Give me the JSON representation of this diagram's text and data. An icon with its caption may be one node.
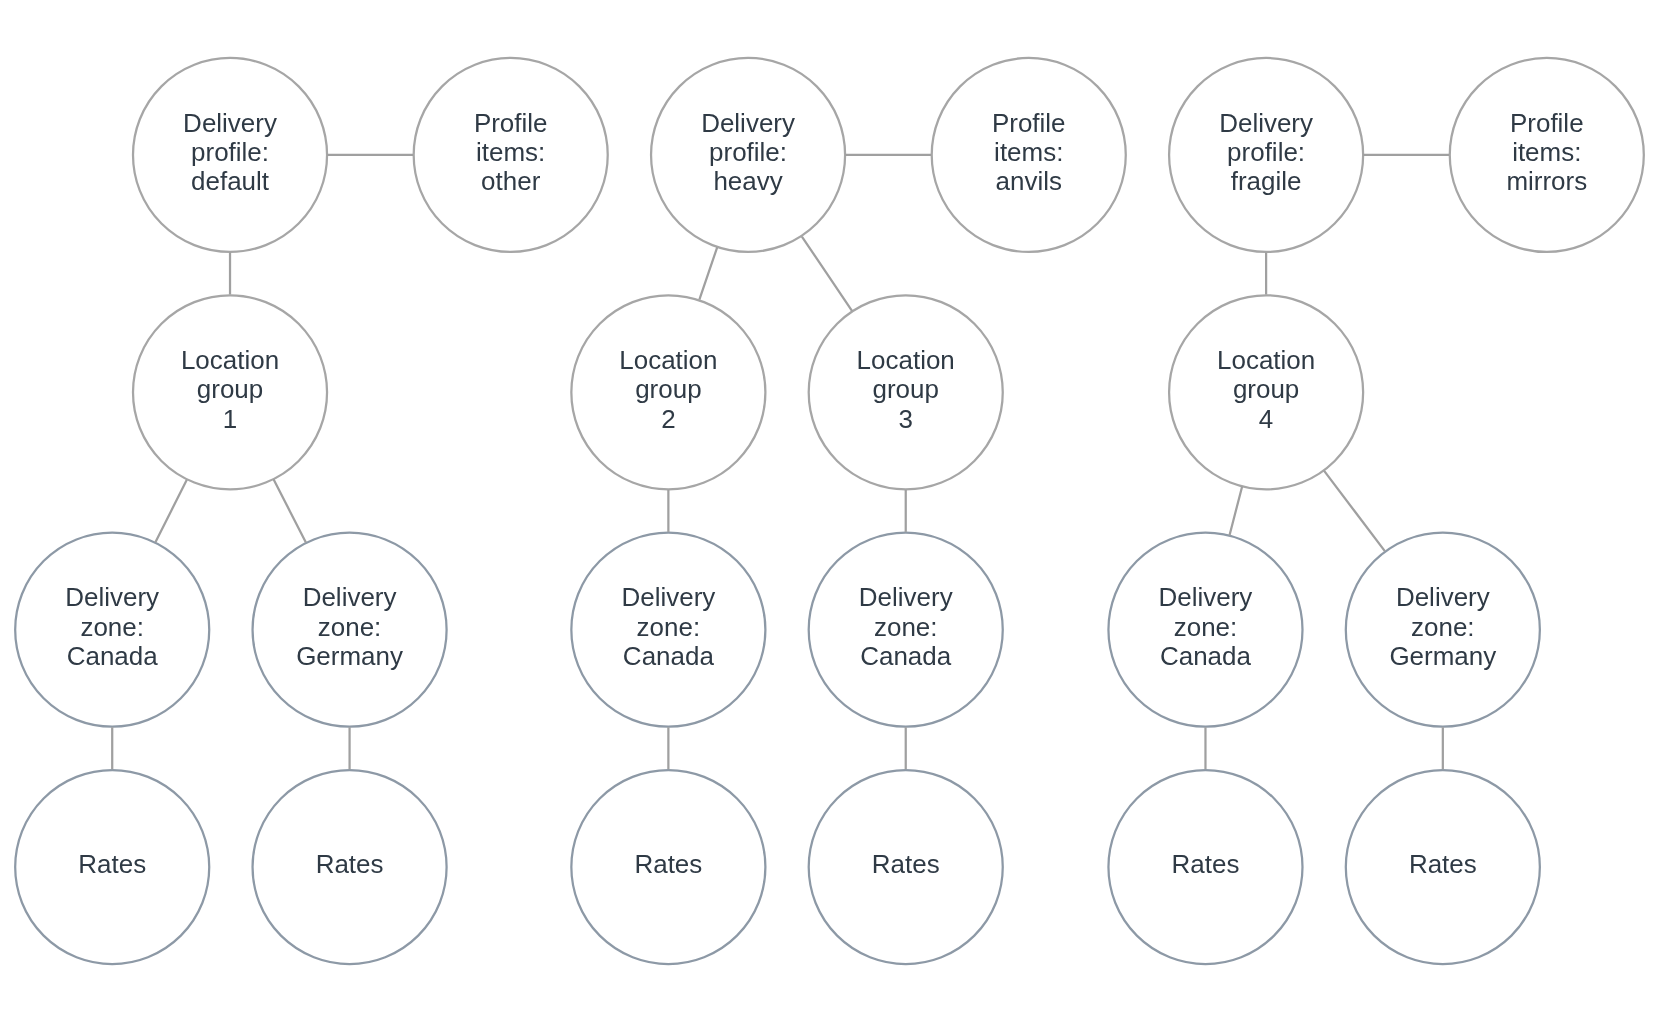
{
  "diagram": {
    "nodes": [
      {
        "text": [
          "Delivery profile: default"
        ]
      },
      {
        "text": [
          "Profile items: other"
        ]
      },
      {
        "text": [
          "Delivery profile: heavy"
        ]
      },
      {
        "text": [
          "Profile items: anvils"
        ]
      },
      {
        "text": [
          "Delivery profile: fragile"
        ]
      },
      {
        "text": [
          "Profile items: mirrors"
        ]
      },
      {
        "text": [
          "Location group 1"
        ]
      },
      {
        "text": [
          "Location group 2"
        ]
      },
      {
        "text": [
          "Location group 3"
        ]
      },
      {
        "text": [
          "Location group 4"
        ]
      },
      {
        "text": [
          "Delivery zone: Canada"
        ]
      },
      {
        "text": [
          "Delivery zone: Germany"
        ]
      },
      {
        "text": [
          "Delivery zone: Canada"
        ]
      },
      {
        "text": [
          "Delivery zone: Canada"
        ]
      },
      {
        "text": [
          "Delivery zone: Canada"
        ]
      },
      {
        "text": [
          "Delivery zone: Germany"
        ]
      },
      {
        "text": [
          "Rates"
        ]
      },
      {
        "text": [
          "Rates"
        ]
      },
      {
        "text": [
          "Rates"
        ]
      },
      {
        "text": [
          "Rates"
        ]
      },
      {
        "text": [
          "Rates"
        ]
      },
      {
        "text": [
          "Rates"
        ]
      }
    ],
    "edges": [
      {
        "from": 0,
        "to": 1,
        "arrow": "none"
      },
      {
        "from": 2,
        "to": 3,
        "arrow": "none"
      },
      {
        "from": 4,
        "to": 5,
        "arrow": "none"
      },
      {
        "from": 0,
        "to": 6,
        "arrow": "none"
      },
      {
        "from": 2,
        "to": 7,
        "arrow": "none"
      },
      {
        "from": 2,
        "to": 8,
        "arrow": "none"
      },
      {
        "from": 4,
        "to": 9,
        "arrow": "none"
      },
      {
        "from": 6,
        "to": 10,
        "arrow": "none"
      },
      {
        "from": 6,
        "to": 11,
        "arrow": "none"
      },
      {
        "from": 7,
        "to": 12,
        "arrow": "none"
      },
      {
        "from": 8,
        "to": 13,
        "arrow": "none"
      },
      {
        "from": 9,
        "to": 14,
        "arrow": "none"
      },
      {
        "from": 9,
        "to": 15,
        "arrow": "none"
      },
      {
        "from": 10,
        "to": 16,
        "arrow": "none"
      },
      {
        "from": 11,
        "to": 17,
        "arrow": "none"
      },
      {
        "from": 12,
        "to": 18,
        "arrow": "none"
      },
      {
        "from": 13,
        "to": 19,
        "arrow": "none"
      },
      {
        "from": 14,
        "to": 20,
        "arrow": "none"
      },
      {
        "from": 15,
        "to": 21,
        "arrow": "none"
      }
    ]
  }
}
